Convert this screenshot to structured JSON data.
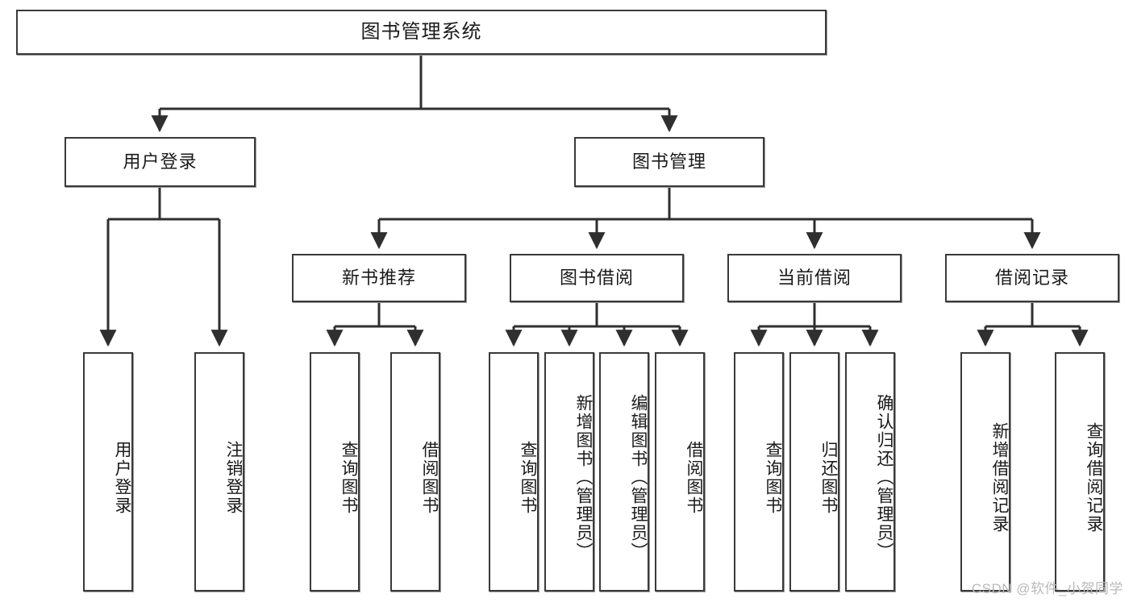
{
  "diagram": {
    "title": "图书管理系统",
    "type": "tree",
    "watermark": "CSDN @软件_小贺同学",
    "colors": {
      "box_border": "#3a3a3a",
      "box_fill": "#ffffff",
      "line": "#2f2f2f",
      "text": "#1a1a1a",
      "watermark": "#b9b9b9"
    },
    "levels": {
      "level1": {
        "label": "图书管理系统"
      },
      "level2": [
        {
          "id": "user-login",
          "label": "用户登录"
        },
        {
          "id": "book-manage",
          "label": "图书管理"
        }
      ],
      "level3": [
        {
          "id": "new-book-recommend",
          "label": "新书推荐",
          "parent": "book-manage"
        },
        {
          "id": "book-borrow",
          "label": "图书借阅",
          "parent": "book-manage"
        },
        {
          "id": "current-borrow",
          "label": "当前借阅",
          "parent": "book-manage"
        },
        {
          "id": "borrow-record",
          "label": "借阅记录",
          "parent": "book-manage"
        }
      ],
      "level4": [
        {
          "id": "leaf-user-login",
          "label": "用户登录",
          "parent": "user-login"
        },
        {
          "id": "leaf-logout-login",
          "label": "注销登录",
          "parent": "user-login"
        },
        {
          "id": "leaf-query-book-1",
          "label": "查询图书",
          "parent": "new-book-recommend"
        },
        {
          "id": "leaf-borrow-book-1",
          "label": "借阅图书",
          "parent": "new-book-recommend"
        },
        {
          "id": "leaf-query-book-2",
          "label": "查询图书",
          "parent": "book-borrow"
        },
        {
          "id": "leaf-add-book",
          "label": "新增图书（管理员）",
          "parent": "book-borrow"
        },
        {
          "id": "leaf-edit-book",
          "label": "编辑图书（管理员）",
          "parent": "book-borrow"
        },
        {
          "id": "leaf-borrow-book-2",
          "label": "借阅图书",
          "parent": "book-borrow"
        },
        {
          "id": "leaf-query-book-3",
          "label": "查询图书",
          "parent": "current-borrow"
        },
        {
          "id": "leaf-return-book",
          "label": "归还图书",
          "parent": "current-borrow"
        },
        {
          "id": "leaf-confirm-return",
          "label": "确认归还（管理员）",
          "parent": "current-borrow"
        },
        {
          "id": "leaf-add-record",
          "label": "新增借阅记录",
          "parent": "borrow-record"
        },
        {
          "id": "leaf-query-record",
          "label": "查询借阅记录",
          "parent": "borrow-record"
        }
      ]
    }
  }
}
